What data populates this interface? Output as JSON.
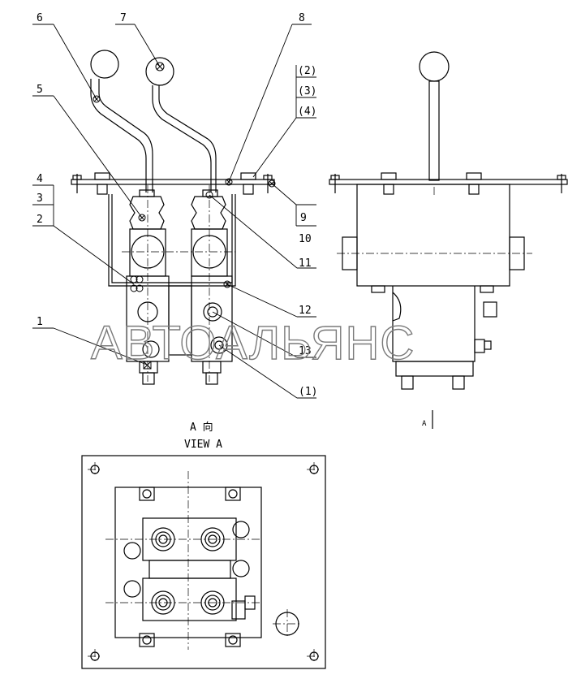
{
  "watermark": "АВТОАЛЬЯНС",
  "view_caption_cn": "A 向",
  "view_caption_en": "VIEW A",
  "section_arrow_label": "A",
  "callouts": {
    "c1": "1",
    "c2": "2",
    "c3": "3",
    "c4": "4",
    "c5": "5",
    "c6": "6",
    "c7": "7",
    "c8": "8",
    "c9": "9",
    "c10": "10",
    "c11": "11",
    "c12": "12",
    "c13": "13",
    "p1": "(1)",
    "p2": "(2)",
    "p3": "(3)",
    "p4": "(4)"
  }
}
